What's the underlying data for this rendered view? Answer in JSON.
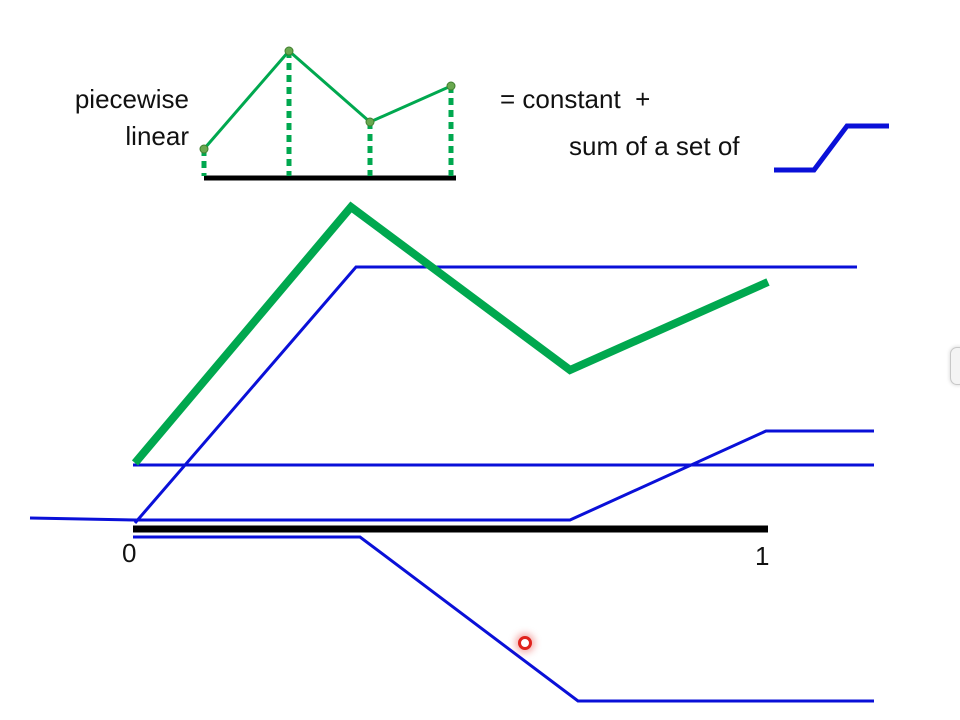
{
  "labels": {
    "piecewise": "piecewise",
    "linear": "linear",
    "equals_constant": "= constant  +",
    "sum_of_a_set_of": "sum of a set of",
    "axis_start": "0",
    "axis_end": "1"
  },
  "colors": {
    "piecewise_function": "#00a84f",
    "ramp_functions": "#0a10d8",
    "axis": "#000000",
    "cursor": "#e0231c"
  },
  "icons": {
    "ramp_glyph": "ramp-step-icon",
    "pointer": "laser-pointer-icon"
  }
}
